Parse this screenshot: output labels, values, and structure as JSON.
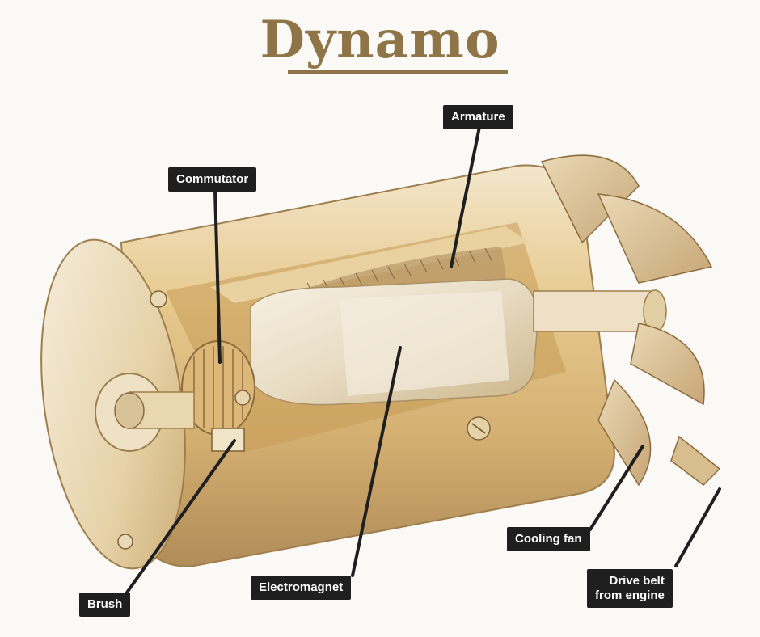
{
  "title": "Dynamo",
  "labels": {
    "armature": "Armature",
    "commutator": "Commutator",
    "brush": "Brush",
    "electromagnet": "Electromagnet",
    "cooling_fan": "Cooling fan",
    "drive_belt": "Drive belt\nfrom engine"
  },
  "colors": {
    "title": "#8e7447",
    "label_bg": "#1f1f1f",
    "label_text": "#ffffff",
    "metal_gold": "#e8c98c",
    "metal_light": "#f6ecd6",
    "metal_dark": "#a88a55"
  }
}
